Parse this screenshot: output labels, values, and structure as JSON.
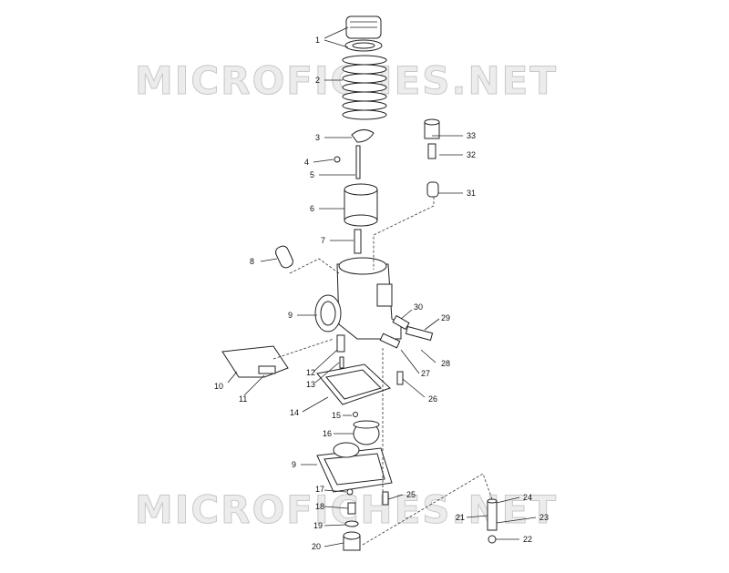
{
  "watermark": {
    "text": "MICROFICHES.NET"
  },
  "callouts": [
    "1",
    "2",
    "3",
    "4",
    "5",
    "6",
    "7",
    "8",
    "9",
    "30",
    "29",
    "10",
    "11",
    "12",
    "13",
    "27",
    "28",
    "26",
    "14",
    "15",
    "16",
    "9",
    "17",
    "25",
    "24",
    "18",
    "21",
    "23",
    "19",
    "22",
    "20",
    "33",
    "32",
    "31"
  ]
}
